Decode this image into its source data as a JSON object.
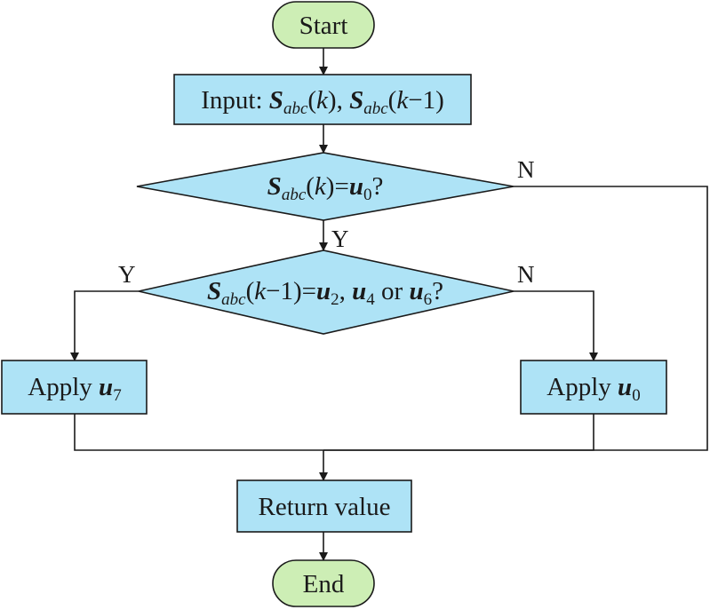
{
  "colors": {
    "terminal_fill": "#cdeeb5",
    "process_fill": "#aee3f6",
    "decision_fill": "#aee3f6",
    "stroke": "#1a1a1a"
  },
  "nodes": {
    "start": {
      "label": "Start"
    },
    "input": {
      "prefix": "Input: ",
      "sym": "S",
      "sub": "abc",
      "arg1": "(",
      "k1": "k",
      "arg1_close": "), ",
      "sym2": "S",
      "sub2": "abc",
      "arg2": "(",
      "k2": "k",
      "arg2_rest": "−1)"
    },
    "decision1": {
      "sym": "S",
      "sub": "abc",
      "open": "(",
      "k": "k",
      "close": ")=",
      "u": "u",
      "u_sub": "0",
      "q": "?"
    },
    "decision2": {
      "sym": "S",
      "sub": "abc",
      "open": "(",
      "k": "k",
      "mid": "−1)=",
      "u2": "u",
      "u2_sub": "2",
      "comma": ", ",
      "u4": "u",
      "u4_sub": "4",
      "or": " or ",
      "u6": "u",
      "u6_sub": "6",
      "q": "?"
    },
    "apply_u7": {
      "prefix": "Apply ",
      "u": "u",
      "u_sub": "7"
    },
    "apply_u0": {
      "prefix": "Apply ",
      "u": "u",
      "u_sub": "0"
    },
    "return": {
      "label": "Return value"
    },
    "end": {
      "label": "End"
    }
  },
  "edge_labels": {
    "d1_no": "N",
    "d1_yes": "Y",
    "d2_yes": "Y",
    "d2_no": "N"
  }
}
